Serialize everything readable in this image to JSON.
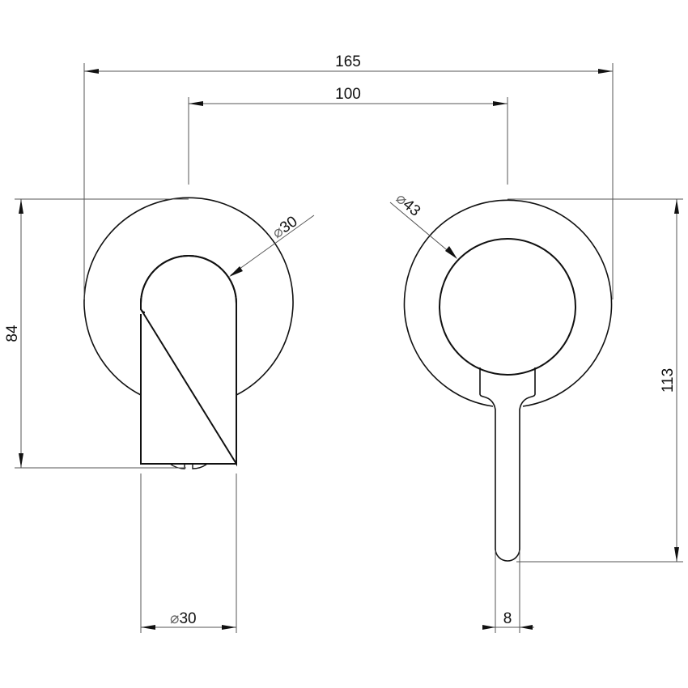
{
  "drawing": {
    "type": "technical-dimension-drawing",
    "subject": "wall-mounted mixer tap with spout (front elevations)",
    "units": "mm",
    "colors": {
      "line": "#111111",
      "dimension_line": "#555555",
      "background": "#ffffff"
    }
  },
  "dimensions": {
    "overall_width": {
      "label": "165"
    },
    "centers_distance": {
      "label": "100"
    },
    "spout_plate_height": {
      "label": "84"
    },
    "spout_diameter_top": {
      "symbol": "⌀",
      "value": "30"
    },
    "spout_diameter_bottom": {
      "symbol": "⌀",
      "value": "30"
    },
    "mixer_handle_diameter": {
      "symbol": "⌀",
      "value": "43"
    },
    "mixer_overall_height": {
      "label": "113"
    },
    "lever_width": {
      "label": "8"
    }
  },
  "views": {
    "spout": {
      "name": "spout-front-view"
    },
    "mixer": {
      "name": "mixer-front-view"
    }
  }
}
